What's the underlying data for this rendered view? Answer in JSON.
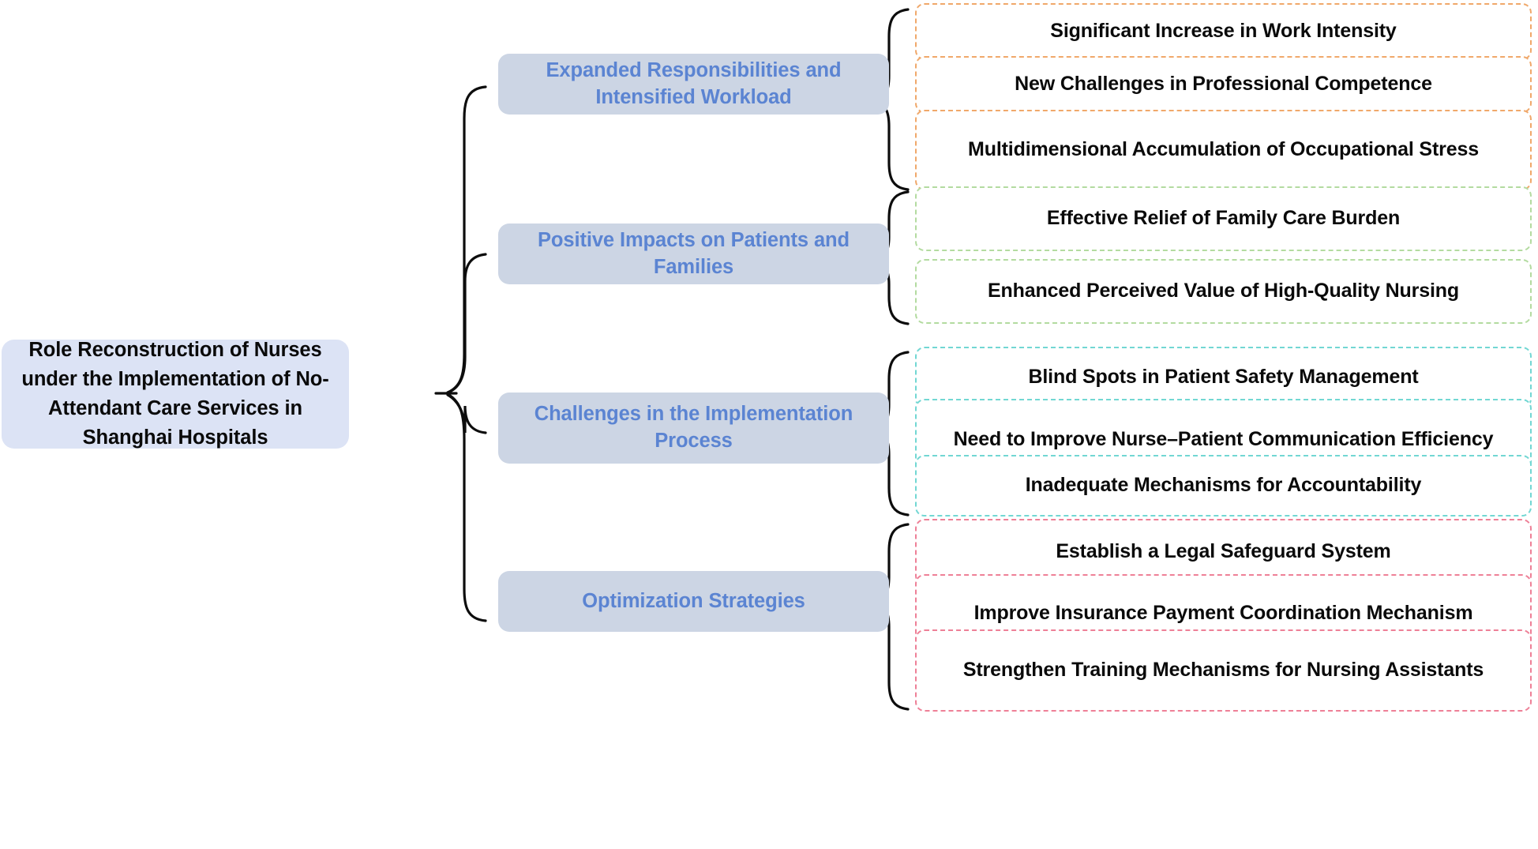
{
  "diagram": {
    "title": "Role Reconstruction of Nurses under the Implementation of No-Attendant Care Services in Shanghai Hospitals",
    "type": "mind-map",
    "colors": {
      "root_fill": "#dce3f5",
      "level2_fill": "#ccd5e4",
      "level2_text": "#5b84d2",
      "branch_orange": "#f0a86a",
      "branch_green": "#b3dba0",
      "branch_teal": "#72d7d3",
      "branch_pink": "#ee8097",
      "connector": "#0d0d0d",
      "text": "#0a0a0a",
      "background": "#ffffff"
    }
  },
  "root": {
    "label": "Role Reconstruction of Nurses under the Implementation of No-Attendant Care Services in Shanghai Hospitals"
  },
  "branches": [
    {
      "id": "expanded-responsibilities",
      "label": "Expanded Responsibilities and Intensified Workload",
      "accent": "#f0a86a",
      "accent_name": "orange",
      "items": [
        {
          "label": "Significant Increase in Work Intensity"
        },
        {
          "label": "New Challenges in Professional Competence"
        },
        {
          "label": "Multidimensional Accumulation of Occupational Stress"
        }
      ]
    },
    {
      "id": "positive-impacts",
      "label": "Positive Impacts on Patients and Families",
      "accent": "#b3dba0",
      "accent_name": "green",
      "items": [
        {
          "label": "Effective Relief of Family Care Burden"
        },
        {
          "label": "Enhanced Perceived Value of High-Quality Nursing"
        }
      ]
    },
    {
      "id": "implementation-challenges",
      "label": "Challenges in the Implementation Process",
      "accent": "#72d7d3",
      "accent_name": "teal",
      "items": [
        {
          "label": "Blind Spots in Patient Safety Management"
        },
        {
          "label": "Need to Improve Nurse–Patient Communication Efficiency"
        },
        {
          "label": "Inadequate Mechanisms for Accountability"
        }
      ]
    },
    {
      "id": "optimization-strategies",
      "label": "Optimization Strategies",
      "accent": "#ee8097",
      "accent_name": "pink",
      "items": [
        {
          "label": "Establish a Legal Safeguard System"
        },
        {
          "label": "Improve Insurance Payment Coordination Mechanism"
        },
        {
          "label": "Strengthen Training Mechanisms for Nursing Assistants"
        }
      ]
    }
  ]
}
